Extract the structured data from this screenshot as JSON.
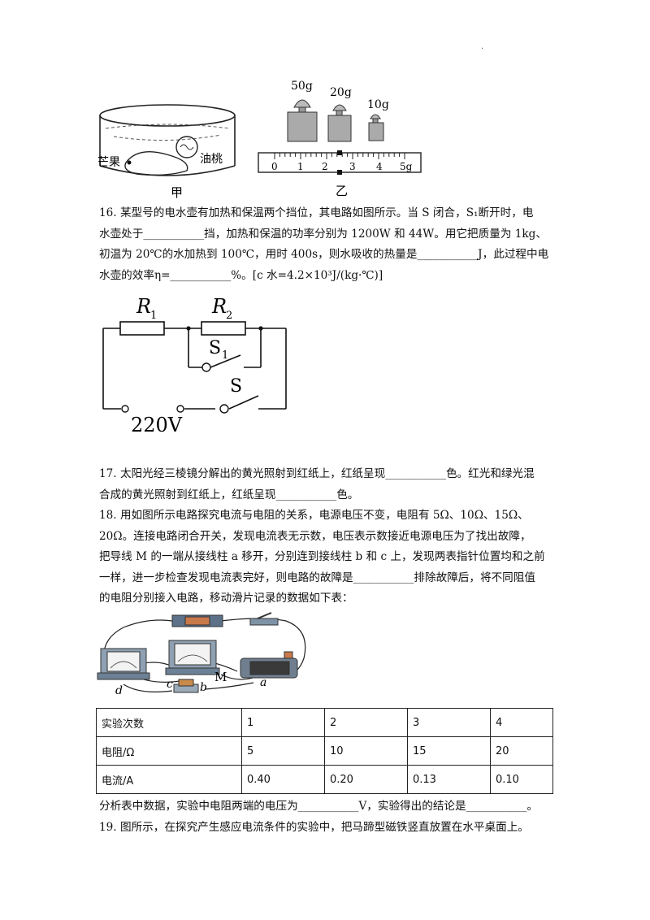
{
  "header": {
    "dot": "."
  },
  "fig_top": {
    "jia": {
      "mango": "芒果",
      "walnut": "油桃",
      "caption": "甲"
    },
    "yi": {
      "weights": [
        "50g",
        "20g",
        "10g"
      ],
      "scale_ticks": [
        "0",
        "1",
        "2",
        "3",
        "4",
        "5g"
      ],
      "caption": "乙"
    }
  },
  "q16": {
    "lines": [
      "16. 某型号的电水壶有加热和保温两个挡位，其电路如图所示。当 S 闭合，S₁断开时，电",
      "水壶处于___________挡，加热和保温的功率分别为 1200W 和 44W。用它把质量为 1kg、",
      "初温为 20℃的水加热到 100℃，用时 400s，则水吸收的热量是___________J，此过程中电",
      "水壶的效率η=___________%。[c 水=4.2×10³J/(kg·℃)]"
    ],
    "circuit": {
      "r1": "R",
      "r1_sub": "1",
      "r2": "R",
      "r2_sub": "2",
      "s1": "S",
      "s1_sub": "1",
      "s": "S",
      "voltage": "220V"
    }
  },
  "q17": {
    "lines": [
      "17. 太阳光经三棱镜分解出的黄光照射到红纸上，红纸呈现___________色。红光和绿光混",
      "合成的黄光照射到红纸上，红纸呈现___________色。"
    ]
  },
  "q18": {
    "lines": [
      "18. 用如图所示电路探究电流与电阻的关系，电源电压不变，电阻有 5Ω、10Ω、15Ω、",
      "20Ω。连接电路闭合开关，发现电流表无示数，电压表示数接近电源电压为了找出故障，",
      "把导线 M 的一端从接线柱 a 移开，分别连到接线柱 b 和 c 上，发现两表指针位置均和之前",
      "一样，进一步检查发现电流表完好，则电路的故障是___________排除故障后，将不同阻值",
      "的电阻分别接入电路，移动滑片记录的数据如下表："
    ],
    "apparatus_labels": {
      "M": "M",
      "a": "a",
      "b": "b",
      "c": "c",
      "d": "d"
    },
    "table": {
      "rows": [
        [
          "实验次数",
          "1",
          "2",
          "3",
          "4"
        ],
        [
          "电阻/Ω",
          "5",
          "10",
          "15",
          "20"
        ],
        [
          "电流/A",
          "0.40",
          "0.20",
          "0.13",
          "0.10"
        ]
      ]
    },
    "after_table": "分析表中数据，实验中电阻两端的电压为___________V，实验得出的结论是___________。"
  },
  "q19": {
    "line": "19. 图所示，在探究产生感应电流条件的实验中，把马蹄型磁铁竖直放置在水平桌面上。"
  }
}
